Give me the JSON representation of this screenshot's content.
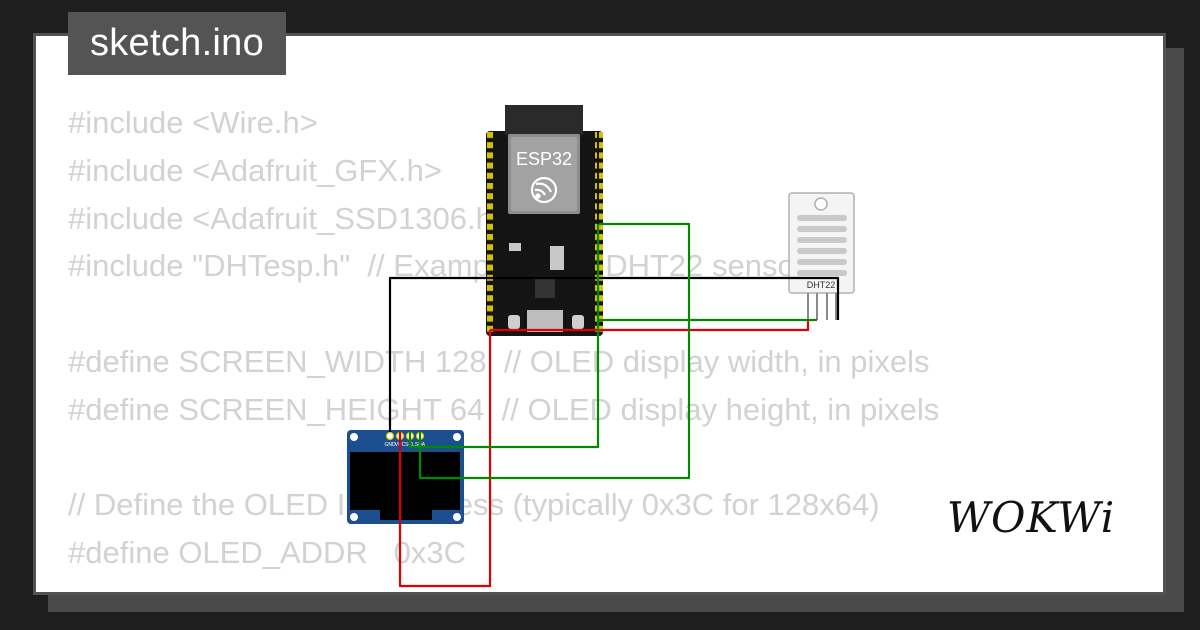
{
  "file_tab": {
    "label": "sketch.ino"
  },
  "code": {
    "lines": [
      "#include <Wire.h>",
      "#include <Adafruit_GFX.h>",
      "#include <Adafruit_SSD1306.h>",
      "#include \"DHTesp.h\"  // Example using DHT22 sensor",
      "",
      "#define SCREEN_WIDTH 128  // OLED display width, in pixels",
      "#define SCREEN_HEIGHT 64  // OLED display height, in pixels",
      "",
      "// Define the OLED I2C address (typically 0x3C for 128x64)",
      "#define OLED_ADDR   0x3C"
    ]
  },
  "components": {
    "esp32_label": "ESP32",
    "dht22_label": "DHT22",
    "oled_pin_labels": [
      "GND",
      "VCC",
      "SCL",
      "SDA"
    ]
  },
  "brand": {
    "logo_text": "WOKWi"
  },
  "colors": {
    "background": "#1e1e1e",
    "tab": "#545454",
    "code_text": "#d2d2d2",
    "wire_gnd": "#000000",
    "wire_vcc": "#e00000",
    "wire_data": "#008a00",
    "esp32_board": "#141414",
    "oled_board": "#1b4f8f"
  }
}
